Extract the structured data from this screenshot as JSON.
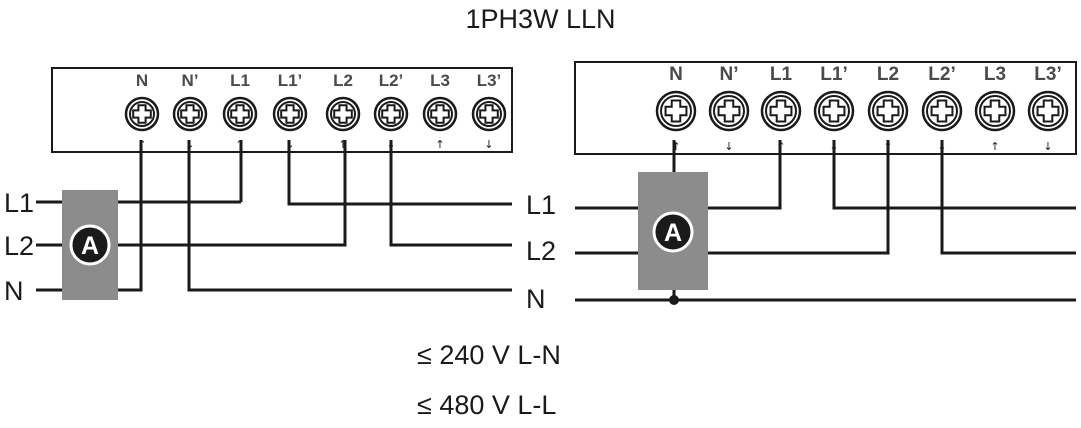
{
  "title": "1PH3W LLN",
  "specs": {
    "ln": "≤ 240 V L-N",
    "ll": "≤ 480 V L-L"
  },
  "terminal_labels": [
    "N",
    "N’",
    "L1",
    "L1’",
    "L2",
    "L2’",
    "L3",
    "L3’"
  ],
  "terminal_arrows": [
    "↑",
    "↓",
    "↑",
    "↓",
    "↑",
    "↓",
    "↑",
    "↓"
  ],
  "line_labels": [
    "L1",
    "L2",
    "N"
  ],
  "meter_label": "A",
  "colors": {
    "wire": "#1a1a1a",
    "meter_fill": "#8c8c8c",
    "meter_badge": "#1a1a1a",
    "meter_badge_text": "#ffffff"
  },
  "icons": {
    "terminal": "terminal-screw-icon",
    "meter": "ammeter-icon"
  }
}
